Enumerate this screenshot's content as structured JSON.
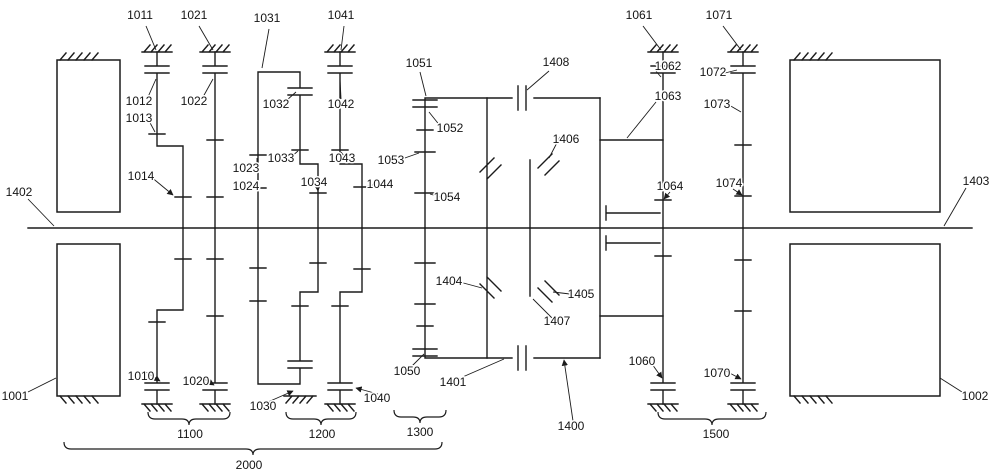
{
  "figure": {
    "background_color": "#ffffff",
    "line_color": "#1c1c1c"
  },
  "labels": {
    "1011": "1011",
    "1021": "1021",
    "1031": "1031",
    "1041": "1041",
    "1061": "1061",
    "1071": "1071",
    "1051": "1051",
    "1408": "1408",
    "1062": "1062",
    "1072": "1072",
    "1012": "1012",
    "1022": "1022",
    "1032": "1032",
    "1042": "1042",
    "1063": "1063",
    "1073": "1073",
    "1013": "1013",
    "1052": "1052",
    "1406": "1406",
    "1033": "1033",
    "1043": "1043",
    "1053": "1053",
    "1023": "1023",
    "1024": "1024",
    "1014": "1014",
    "1034": "1034",
    "1044": "1044",
    "1064": "1064",
    "1074": "1074",
    "1402": "1402",
    "1403": "1403",
    "1054": "1054",
    "1404": "1404",
    "1405": "1405",
    "1407": "1407",
    "1050": "1050",
    "1401": "1401",
    "1010": "1010",
    "1020": "1020",
    "1060": "1060",
    "1070": "1070",
    "1030": "1030",
    "1040": "1040",
    "1001": "1001",
    "1002": "1002",
    "1400": "1400",
    "1100": "1100",
    "1200": "1200",
    "1300": "1300",
    "1500": "1500",
    "2000": "2000"
  }
}
